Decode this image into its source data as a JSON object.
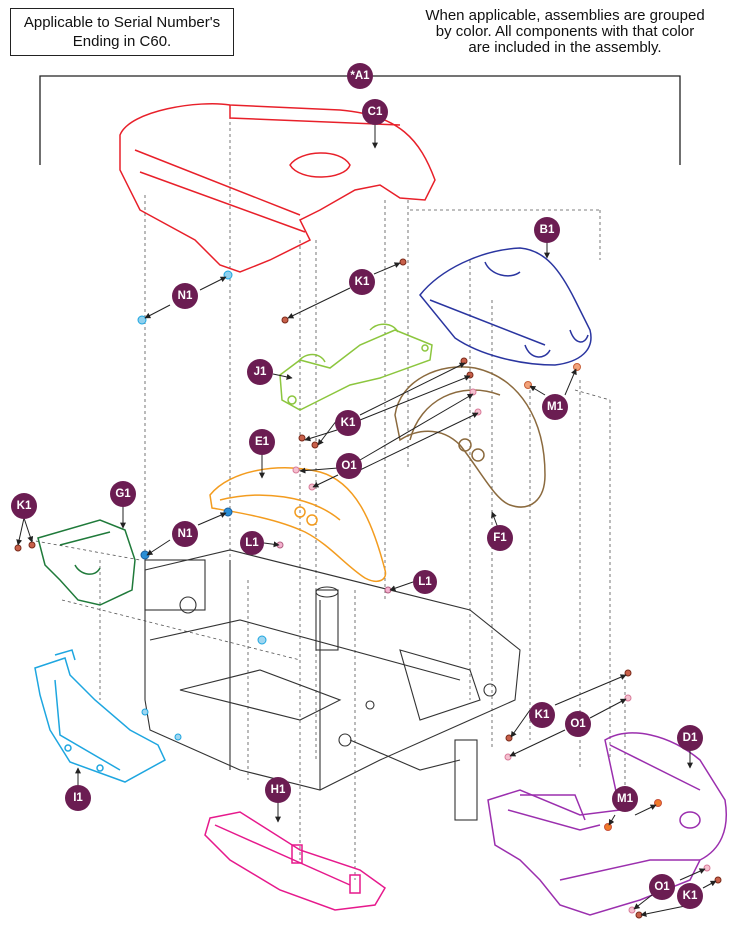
{
  "notes": {
    "serial_line1": "Applicable to Serial Number's",
    "serial_line2": "Ending in C60.",
    "assembly_line1": "When applicable, assemblies are grouped",
    "assembly_line2": "by color. All components with that color",
    "assembly_line3": "are included in the assembly."
  },
  "callouts": {
    "a1": "*A1",
    "c1": "C1",
    "b1": "B1",
    "n1_top": "N1",
    "k1_top": "K1",
    "j1": "J1",
    "k1_mid": "K1",
    "m1_right": "M1",
    "o1_mid": "O1",
    "e1": "E1",
    "f1": "F1",
    "k1_left": "K1",
    "g1": "G1",
    "n1_left": "N1",
    "l1_left": "L1",
    "l1_right": "L1",
    "k1_lower": "K1",
    "o1_lower": "O1",
    "d1": "D1",
    "m1_lower": "M1",
    "h1": "H1",
    "i1": "I1",
    "o1_bottom": "O1",
    "k1_bottom": "K1"
  },
  "colors": {
    "callout_fill": "#6b1d52",
    "c1_red": "#e8202a",
    "b1_blue": "#2a35a0",
    "j1_green": "#8cc63e",
    "f1_brown": "#8b6a3e",
    "e1_orange": "#f39c1f",
    "g1_darkgreen": "#1f7a3a",
    "i1_cyan": "#1ea6e0",
    "h1_magenta": "#e6198c",
    "d1_purple": "#9b2fae",
    "frame_gray": "#333333"
  }
}
